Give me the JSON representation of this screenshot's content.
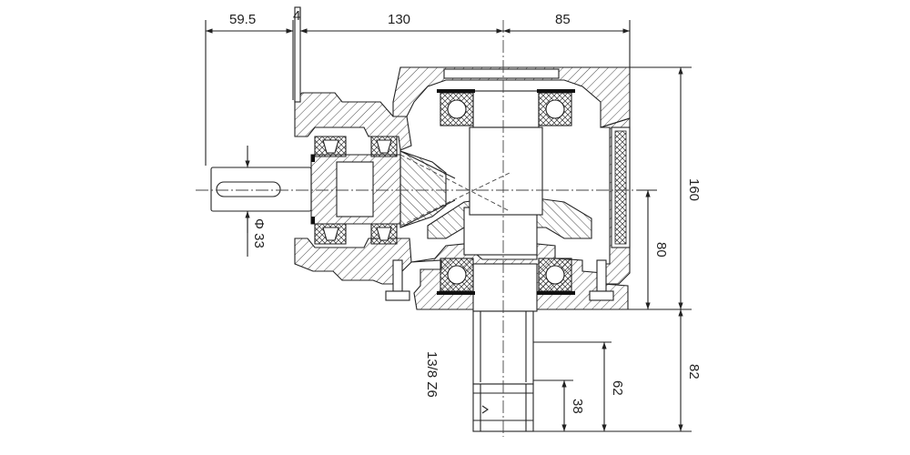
{
  "dimensions": {
    "shaft_extension": "59.5",
    "flange_gap": "4",
    "input_length": "130",
    "half_width": "85",
    "housing_height": "160",
    "center_height": "80",
    "output_length": "82",
    "spline_length": "62",
    "spline_end": "38",
    "input_diameter": "Φ 33",
    "spline_spec": "13/8 Z6"
  }
}
